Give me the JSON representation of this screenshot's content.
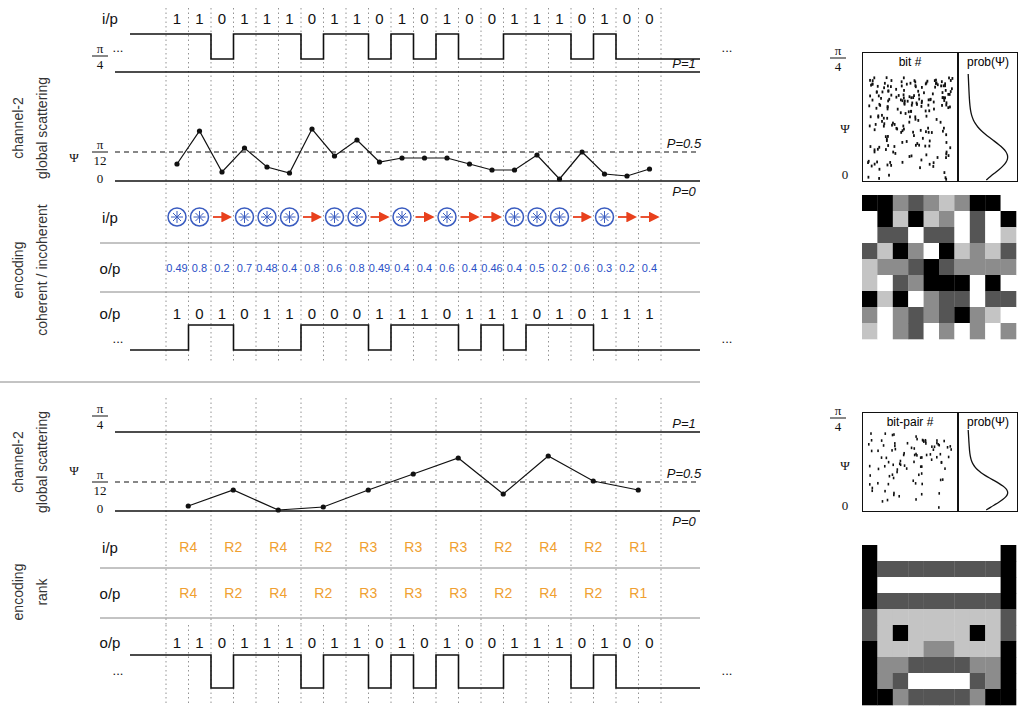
{
  "diagram": {
    "nodes": [
      {
        "text": [
          "bit #"
        ]
      },
      {
        "text": [
          "prob(Ψ)"
        ]
      },
      {
        "text": [
          "bit-pair #"
        ]
      },
      {
        "text": [
          "prob(Ψ)"
        ]
      }
    ],
    "labels": [
      "i/p",
      "...",
      "1",
      "1",
      "0",
      "1",
      "1",
      "1",
      "0",
      "1",
      "1",
      "0",
      "1",
      "0",
      "1",
      "0",
      "0",
      "1",
      "1",
      "1",
      "0",
      "1",
      "0",
      "0",
      "...",
      "channel-2",
      "global scattering",
      "π",
      "4",
      "Ψ",
      "π",
      "12",
      "0",
      "P=1",
      "P=0.5",
      "P=0",
      "π",
      "4",
      "Ψ",
      "0",
      "encoding",
      "coherent / incoherent",
      "i/p",
      "o/p",
      "0.49",
      "0.8",
      "0.2",
      "0.7",
      "0.48",
      "0.4",
      "0.8",
      "0.6",
      "0.8",
      "0.49",
      "0.4",
      "0.4",
      "0.6",
      "0.4",
      "0.46",
      "0.4",
      "0.5",
      "0.2",
      "0.6",
      "0.3",
      "0.2",
      "0.4",
      "o/p",
      "...",
      "1",
      "0",
      "1",
      "0",
      "1",
      "1",
      "0",
      "0",
      "0",
      "1",
      "1",
      "1",
      "0",
      "1",
      "1",
      "1",
      "0",
      "1",
      "0",
      "1",
      "1",
      "1",
      "...",
      "channel-2",
      "global scattering",
      "π",
      "4",
      "Ψ",
      "π",
      "12",
      "0",
      "P=1",
      "P=0.5",
      "P=0",
      "π",
      "4",
      "Ψ",
      "0",
      "encoding",
      "rank",
      "i/p",
      "R4",
      "R2",
      "R4",
      "R2",
      "R3",
      "R3",
      "R3",
      "R2",
      "R4",
      "R2",
      "R1",
      "o/p",
      "R4",
      "R2",
      "R4",
      "R2",
      "R3",
      "R3",
      "R3",
      "R2",
      "R4",
      "R2",
      "R1",
      "o/p",
      "...",
      "1",
      "1",
      "0",
      "1",
      "1",
      "1",
      "0",
      "1",
      "1",
      "0",
      "1",
      "0",
      "1",
      "0",
      "0",
      "1",
      "1",
      "1",
      "0",
      "1",
      "0",
      "0",
      "..."
    ]
  }
}
